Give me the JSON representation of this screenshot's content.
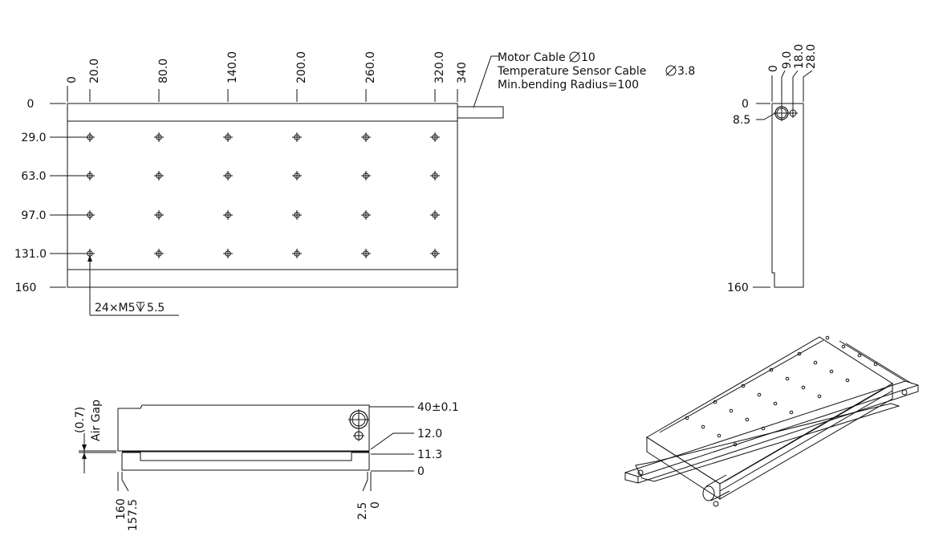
{
  "top_view": {
    "x_labels": [
      "0",
      "20.0",
      "80.0",
      "140.0",
      "200.0",
      "260.0",
      "320.0",
      "340"
    ],
    "y_labels": [
      "0",
      "29.0",
      "63.0",
      "97.0",
      "131.0",
      "160"
    ],
    "hole_callout": "24×M5",
    "hole_depth": "5.5"
  },
  "cable_note": {
    "line1": "Motor Cable",
    "line1_dia": "10",
    "line2": "Temperature Sensor Cable",
    "line2_dia": "3.8",
    "line3": "Min.bending Radius=100"
  },
  "side_view": {
    "top_labels": [
      "0",
      "9.0",
      "18.0",
      "28.0"
    ],
    "left_labels": [
      "0",
      "8.5",
      "160"
    ]
  },
  "front_view": {
    "gap_value": "(0.7)",
    "gap_label": "Air Gap",
    "right_labels": [
      "40±0.1",
      "12.0",
      "11.3",
      "0"
    ],
    "bottom_labels": [
      "160",
      "157.5",
      "2.5",
      "0"
    ]
  }
}
